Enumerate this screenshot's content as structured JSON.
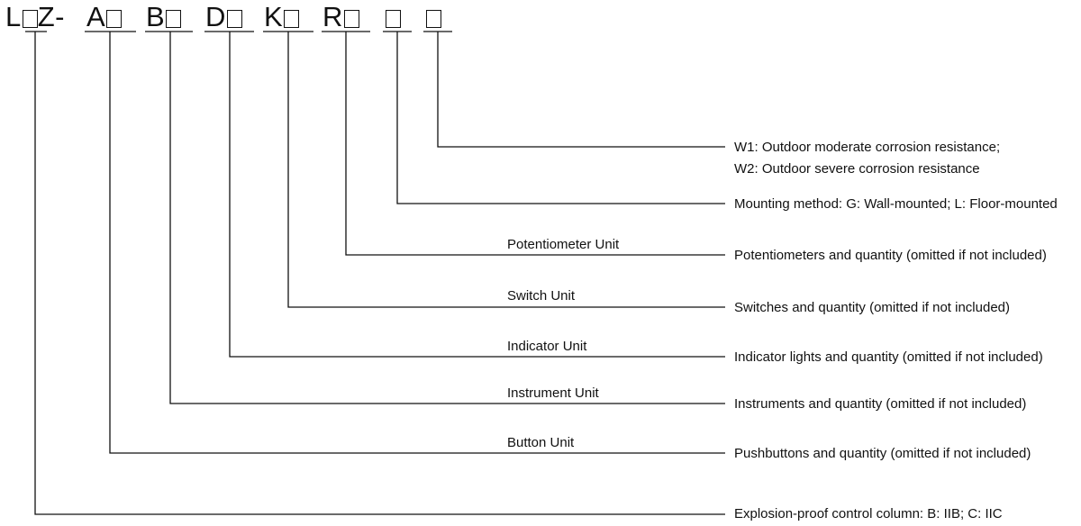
{
  "code": {
    "prefix": "L",
    "middle": "Z-",
    "letter_a": "A",
    "letter_b": "B",
    "letter_d": "D",
    "letter_k": "K",
    "letter_r": "R"
  },
  "units": {
    "potentiometer": "Potentiometer Unit",
    "switch": "Switch Unit",
    "indicator": "Indicator Unit",
    "instrument": "Instrument Unit",
    "button": "Button Unit"
  },
  "descriptions": {
    "w1": "W1: Outdoor moderate corrosion resistance;",
    "w2": "W2: Outdoor severe corrosion resistance",
    "mounting": "Mounting method: G: Wall-mounted; L: Floor-mounted",
    "potentiometers": "Potentiometers and quantity (omitted if not included)",
    "switches": "Switches and quantity (omitted if not included)",
    "indicators": "Indicator lights and quantity (omitted if not included)",
    "instruments": "Instruments and quantity (omitted if not included)",
    "pushbuttons": "Pushbuttons and quantity (omitted if not included)",
    "column": "Explosion-proof control column: B: IIB; C: IIC"
  },
  "colors": {
    "ink": "#111111",
    "background": "#ffffff"
  }
}
